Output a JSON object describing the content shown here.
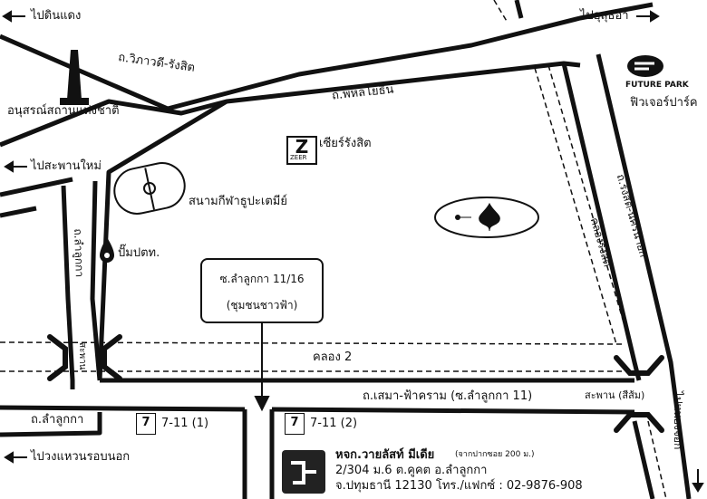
{
  "directions": {
    "din_daeng": "ไปดินแดง",
    "sutthisan": "ไปอุสุธอา",
    "saphan_mai": "ไปสะพานใหม่",
    "wongwaen": "ไปวงแหวนรอบนอก",
    "nong_chok": "ไปหนองจอก"
  },
  "roads": {
    "vibhavadi": "ถ.วิภาวดี-รังสิต",
    "phahonyothin": "ถ.พหลโยธิน",
    "rangsit_nakhonnayok": "ถ.รังสิต-นครนายก",
    "lam_luk_ka_vertical": "ถ.ลำลูกกา",
    "lam_luk_ka": "ถ.ลำลูกกา",
    "sema_fah_kram": "ถ.เสมา-ฟ้าคราม (ซ.ลำลูกกา 11)",
    "khlong_rangsit": "คลองรังสิต",
    "khlong_2": "คลอง 2"
  },
  "landmarks": {
    "monument": "อนุสรณ์สถานแห่งชาติ",
    "future_park_logo": "FUTURE PARK",
    "future_park": "ฟิวเจอร์ปาร์ค",
    "zeer_logo": "ZEER",
    "zeer": "เซียร์รังสิต",
    "stadium": "สนามกีฬาธูปะเตมีย์",
    "ptt": "ปั๊มปตท.",
    "bridge_left": "สะพาน",
    "bridge_right": "สะพาน (สีส้ม)",
    "seven_eleven_1": "7-11 (1)",
    "seven_eleven_2": "7-11 (2)"
  },
  "callout": {
    "line1": "ซ.ลำลูกกา 11/16",
    "line2": "(ชุมชนชาวฟ้า)"
  },
  "company": {
    "name": "หจก.วายลัสท์ มีเดีย",
    "note": "(จากปากซอย 200 ม.)",
    "address1": "2/304 ม.6 ต.คูคต อ.ลำลูกกา",
    "address2": "จ.ปทุมธานี 12130  โทร./แฟกซ์ : 02-9876-908"
  },
  "colors": {
    "ink": "#111111",
    "background": "#ffffff"
  }
}
